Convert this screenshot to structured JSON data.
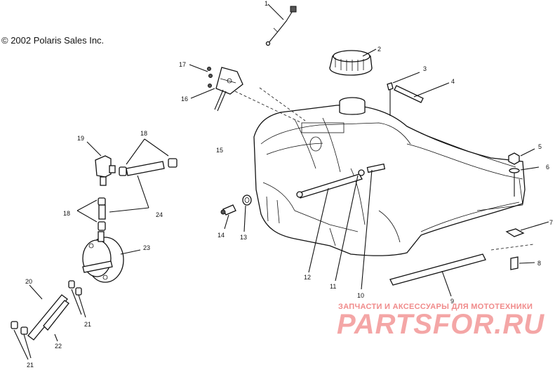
{
  "copyright": "© 2002 Polaris Sales Inc.",
  "watermark": {
    "tagline": "ЗАПЧАСТИ И АКСЕССУАРЫ ДЛЯ МОТОТЕХНИКИ",
    "logo_text": "PARTSFOR.RU",
    "color": "#f08a8a"
  },
  "callouts": [
    {
      "id": "c1",
      "label": "1"
    },
    {
      "id": "c2",
      "label": "2"
    },
    {
      "id": "c3",
      "label": "3"
    },
    {
      "id": "c4",
      "label": "4"
    },
    {
      "id": "c5",
      "label": "5"
    },
    {
      "id": "c6",
      "label": "6"
    },
    {
      "id": "c7",
      "label": "7"
    },
    {
      "id": "c8",
      "label": "8"
    },
    {
      "id": "c9",
      "label": "9"
    },
    {
      "id": "c10",
      "label": "10"
    },
    {
      "id": "c11",
      "label": "11"
    },
    {
      "id": "c12",
      "label": "12"
    },
    {
      "id": "c13",
      "label": "13"
    },
    {
      "id": "c14",
      "label": "14"
    },
    {
      "id": "c15",
      "label": "15"
    },
    {
      "id": "c16",
      "label": "16"
    },
    {
      "id": "c17",
      "label": "17"
    },
    {
      "id": "c18a",
      "label": "18"
    },
    {
      "id": "c18b",
      "label": "18"
    },
    {
      "id": "c19",
      "label": "19"
    },
    {
      "id": "c20",
      "label": "20"
    },
    {
      "id": "c21a",
      "label": "21"
    },
    {
      "id": "c21b",
      "label": "21"
    },
    {
      "id": "c22",
      "label": "22"
    },
    {
      "id": "c23",
      "label": "23"
    },
    {
      "id": "c24",
      "label": "24"
    }
  ]
}
